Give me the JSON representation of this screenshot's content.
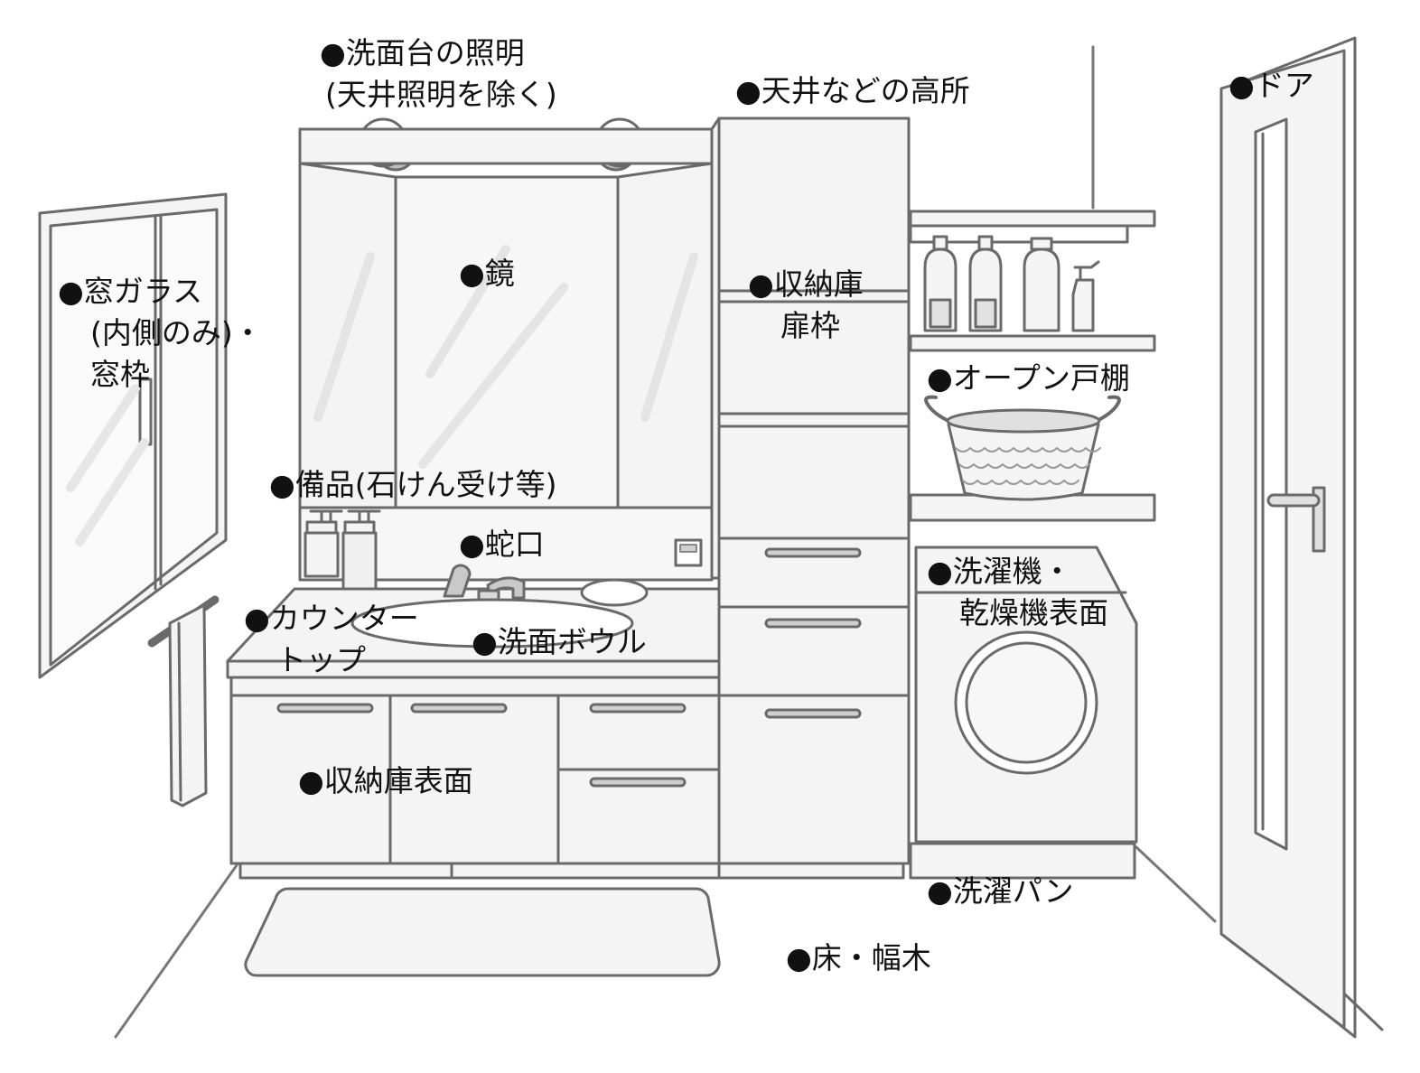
{
  "labels": {
    "vanity_lighting": [
      "●洗面台の照明",
      "(天井照明を除く)"
    ],
    "ceiling": "●天井などの高所",
    "door": "●ドア",
    "mirror": "●鏡",
    "window": [
      "●窓ガラス",
      "(内側のみ)・",
      "窓枠"
    ],
    "cabinet_door_frame": [
      "●収納庫",
      "扉枠"
    ],
    "open_shelf": "●オープン戸棚",
    "fixtures": "●備品(石けん受け等)",
    "faucet": "●蛇口",
    "washer": [
      "●洗濯機・",
      "乾燥機表面"
    ],
    "countertop": [
      "●カウンター",
      "トップ"
    ],
    "basin": "●洗面ボウル",
    "cabinet_surface": "●収納庫表面",
    "washer_pan": "●洗濯パン",
    "floor": "●床・幅木"
  },
  "colors": {
    "line": "#666666",
    "fill": "#f4f4f4",
    "text": "#111111"
  }
}
